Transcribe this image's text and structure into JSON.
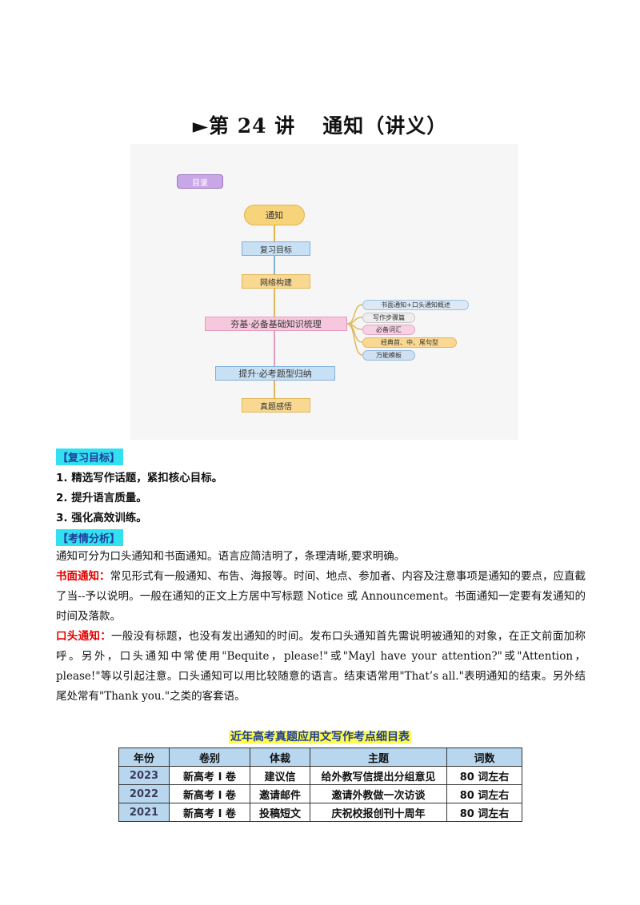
{
  "title": {
    "part1": "►第 24 讲",
    "part2": "通知（讲义）"
  },
  "mindmap": {
    "toc": "目录",
    "root": "通知",
    "nodes": [
      "复习目标",
      "网络构建",
      "夯基·必备基础知识梳理",
      "提升·必考题型归纳",
      "真题感悟"
    ],
    "leaves": [
      "书面通知+口头通知概述",
      "写作步骤篇",
      "必备词汇",
      "经典首、中、尾句型",
      "万能模板"
    ]
  },
  "review": {
    "label": "【复习目标】",
    "items": [
      "1. 精选写作话题，紧扣核心目标。",
      "2. 提升语言质量。",
      "3. 强化高效训练。"
    ]
  },
  "analysis": {
    "label": "【考情分析】",
    "intro": "通知可分为口头通知和书面通知。语言应简洁明了，条理清晰,要求明确。",
    "written_label": "书面通知：",
    "written_text": "常见形式有一般通知、布告、海报等。时间、地点、参加者、内容及注意事项是通知的要点，应直截了当--予以说明。一般在通知的正文上方居中写标题 Notice 或 Announcement。书面通知一定要有发通知的时间及落款。",
    "oral_label": "口头通知：",
    "oral_text": "一般没有标题，也没有发出通知的时间。发布口头通知首先需说明被通知的对象，在正文前面加称呼。另外，口头通知中常使用\"Bequite，please!\"或\"Mayl have your attention?\"或\"Attention，please!\"等以引起注意。口头通知可以用比较随意的语言。结束语常用\"That’s all.\"表明通知的结束。另外结尾处常有\"Thank you.\"之类的客套语。"
  },
  "table": {
    "title": "近年高考真题应用文写作考点细目表",
    "headers": [
      "年份",
      "卷别",
      "体裁",
      "主题",
      "词数"
    ],
    "rows": [
      [
        "2023",
        "新高考 I 卷",
        "建议信",
        "给外教写信提出分组意见",
        "80 词左右"
      ],
      [
        "2022",
        "新高考 I 卷",
        "邀请邮件",
        "邀请外教做一次访谈",
        "80 词左右"
      ],
      [
        "2021",
        "新高考 I 卷",
        "投稿短文",
        "庆祝校报创刊十周年",
        "80 词左右"
      ]
    ]
  }
}
